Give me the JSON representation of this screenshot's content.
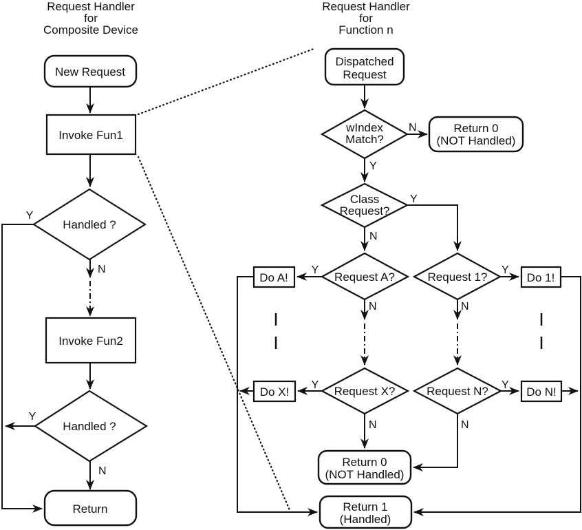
{
  "labels": {
    "yes": "Y",
    "no": "N"
  },
  "colors": {
    "stroke": "#111111",
    "background": "#ffffff"
  },
  "left": {
    "title": [
      "Request Handler",
      "for",
      "Composite Device"
    ],
    "new_request": "New Request",
    "invoke_fun1": "Invoke Fun1",
    "handled1": "Handled ?",
    "invoke_fun2": "Invoke Fun2",
    "handled2": "Handled ?",
    "return": "Return"
  },
  "right": {
    "title": [
      "Request Handler",
      "for",
      "Function n"
    ],
    "dispatched": [
      "Dispatched",
      "Request"
    ],
    "windex": [
      "wIndex",
      "Match?"
    ],
    "return0_top": [
      "Return 0",
      "(NOT Handled)"
    ],
    "class_request": [
      "Class",
      "Request?"
    ],
    "request_a": "Request A?",
    "request_1": "Request 1?",
    "do_a": "Do A!",
    "do_1": "Do 1!",
    "request_x": "Request X?",
    "request_n": "Request N?",
    "do_x": "Do X!",
    "do_n": "Do N!",
    "return0_bottom": [
      "Return 0",
      "(NOT Handled)"
    ],
    "return1": [
      "Return 1",
      "(Handled)"
    ]
  }
}
